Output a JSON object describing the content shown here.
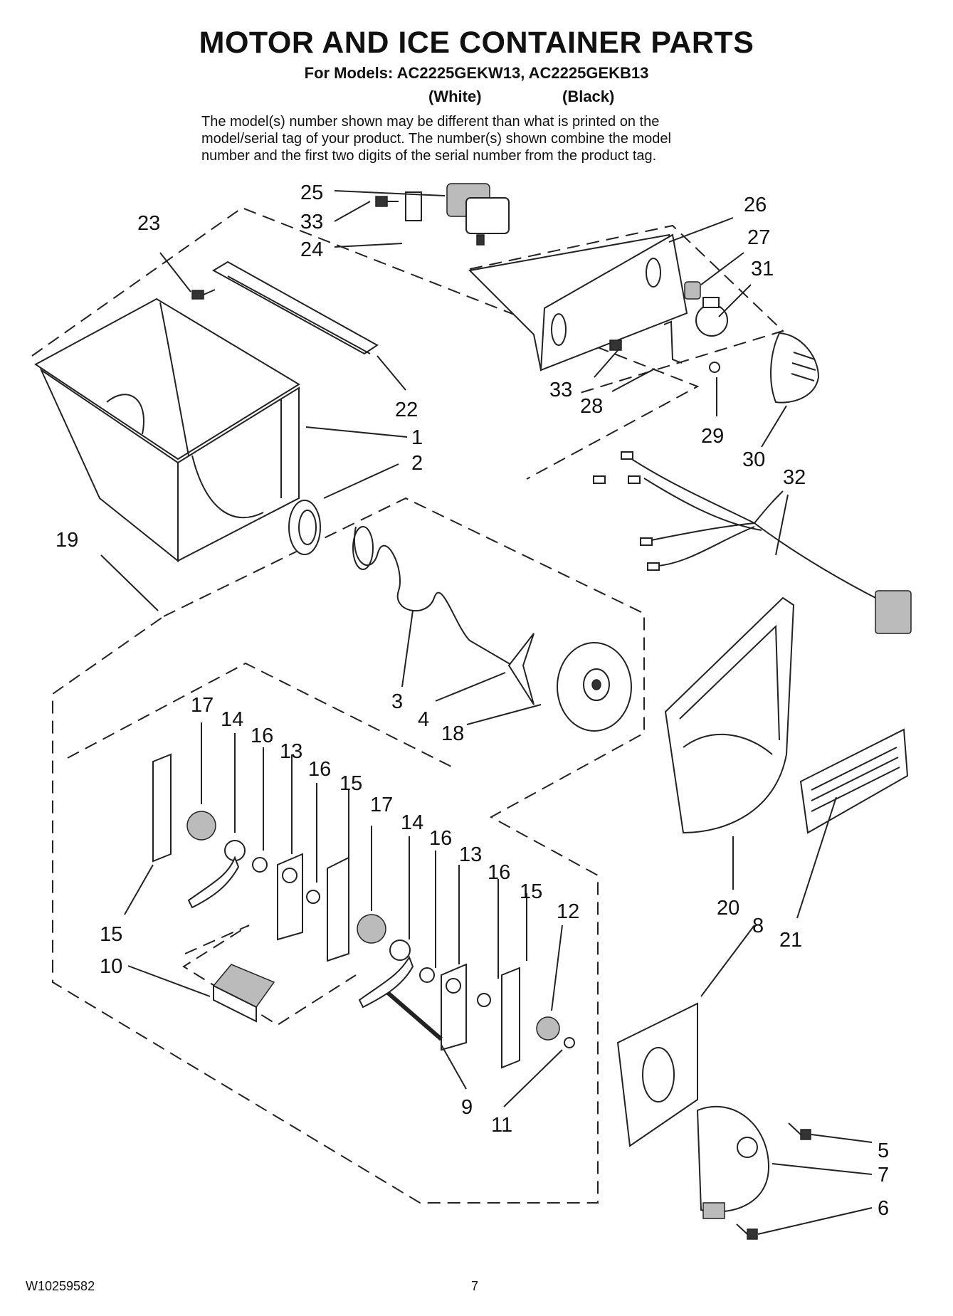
{
  "header": {
    "title": "MOTOR AND ICE CONTAINER PARTS",
    "models_line": "For Models: AC2225GEKW13, AC2225GEKB13",
    "color_white": "(White)",
    "color_black": "(Black)",
    "intro_lines": [
      "The model(s) number shown may be different than what is printed on the",
      "model/serial tag of your product. The number(s) shown combine the model",
      "number and the first two digits of the serial number from the product tag."
    ]
  },
  "callouts": {
    "c25": "25",
    "c33a": "33",
    "c24": "24",
    "c23": "23",
    "c26": "26",
    "c27": "27",
    "c31": "31",
    "c22": "22",
    "c33b": "33",
    "c28": "28",
    "c29": "29",
    "c30": "30",
    "c1": "1",
    "c2": "2",
    "c32": "32",
    "c19": "19",
    "c3": "3",
    "c4": "4",
    "c18": "18",
    "c17a": "17",
    "c14a": "14",
    "c16a": "16",
    "c13a": "13",
    "c16b": "16",
    "c15a": "15",
    "c17b": "17",
    "c14b": "14",
    "c16c": "16",
    "c13b": "13",
    "c16d": "16",
    "c15b": "15",
    "c12": "12",
    "c15c": "15",
    "c10": "10",
    "c9": "9",
    "c11": "11",
    "c20": "20",
    "c8": "8",
    "c21": "21",
    "c5": "5",
    "c7": "7",
    "c6": "6"
  },
  "footer": {
    "doc_code": "W10259582",
    "page_number": "7"
  }
}
